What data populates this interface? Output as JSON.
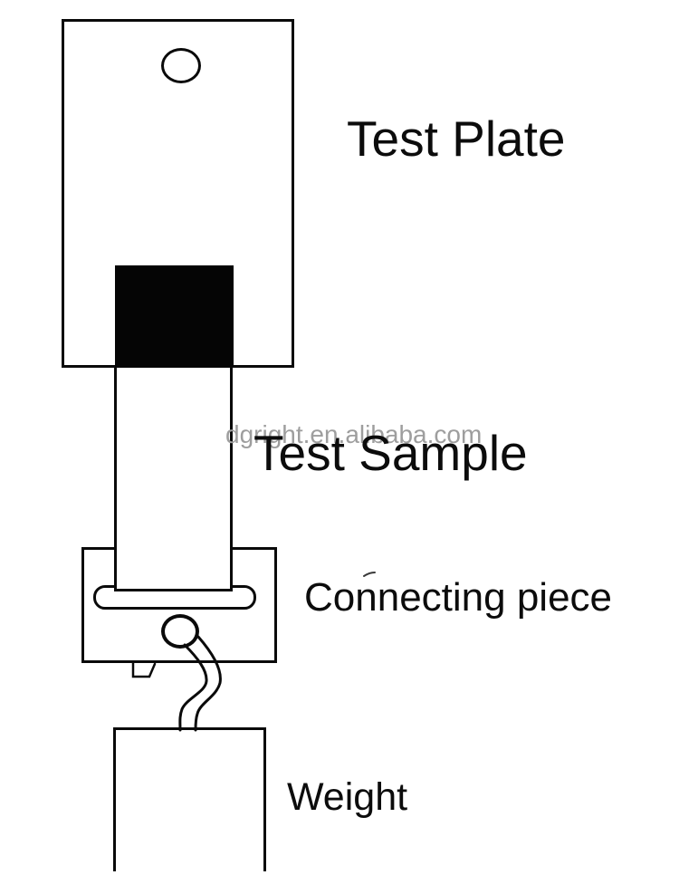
{
  "canvas": {
    "background": "#ffffff",
    "ink_color": "#0a0a0a"
  },
  "watermark": {
    "text": "dgright.en.alibaba.com",
    "color": "#9e9e9e"
  },
  "labels": {
    "test_plate": "Test Plate",
    "test_sample": "Test Sample",
    "connecting_piece": "Connecting piece",
    "weight": "Weight"
  },
  "diagram": {
    "type": "apparatus-schematic",
    "parts": [
      "test-plate",
      "mounting-hole",
      "bonded-area",
      "test-sample-strip",
      "connecting-piece-body",
      "clamp-slot",
      "pin",
      "s-hook",
      "mounting-tab",
      "weight-block"
    ]
  }
}
